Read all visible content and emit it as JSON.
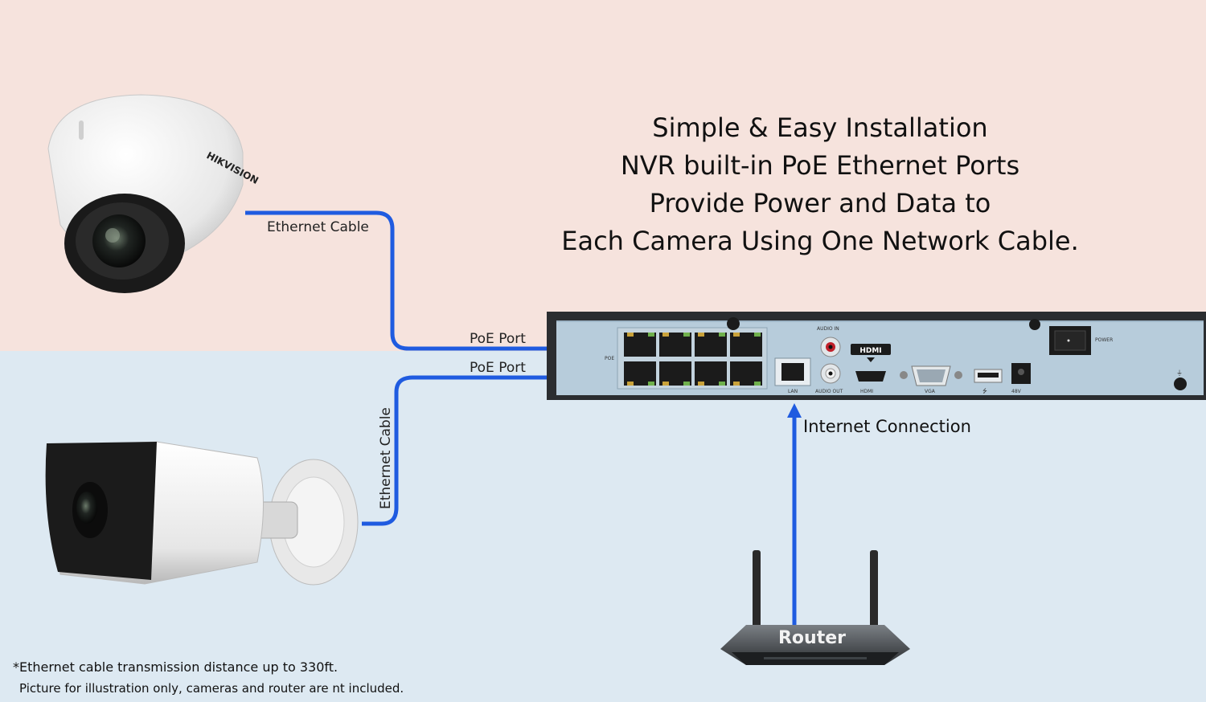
{
  "headline": {
    "line1": "Simple & Easy Installation",
    "line2": "NVR built-in PoE Ethernet Ports",
    "line3": "Provide Power and Data to",
    "line4": "Each Camera Using One Network Cable."
  },
  "labels": {
    "ethernet_cable_top": "Ethernet Cable",
    "ethernet_cable_side": "Ethernet Cable",
    "poe_port_1": "PoE Port",
    "poe_port_2": "PoE Port",
    "internet_connection": "Internet Connection",
    "router": "Router"
  },
  "camera_brand": "HIKVISION",
  "nvr_labels": {
    "audio_in": "AUDIO IN",
    "audio_out": "AUDIO OUT",
    "hdmi_badge": "HDMI",
    "hdmi": "HDMI",
    "vga": "VGA",
    "lan": "LAN",
    "power": "POWER",
    "dc": "48V",
    "poe": "POE"
  },
  "footnote": {
    "line1": "*Ethernet cable transmission distance up to 330ft.",
    "line2": "Picture for illustration only, cameras and router are nt included."
  },
  "colors": {
    "cable": "#1f5be0",
    "top_background": "#f6e3dd",
    "bottom_background": "#dde9f2",
    "nvr_panel": "#b7ccdb"
  }
}
